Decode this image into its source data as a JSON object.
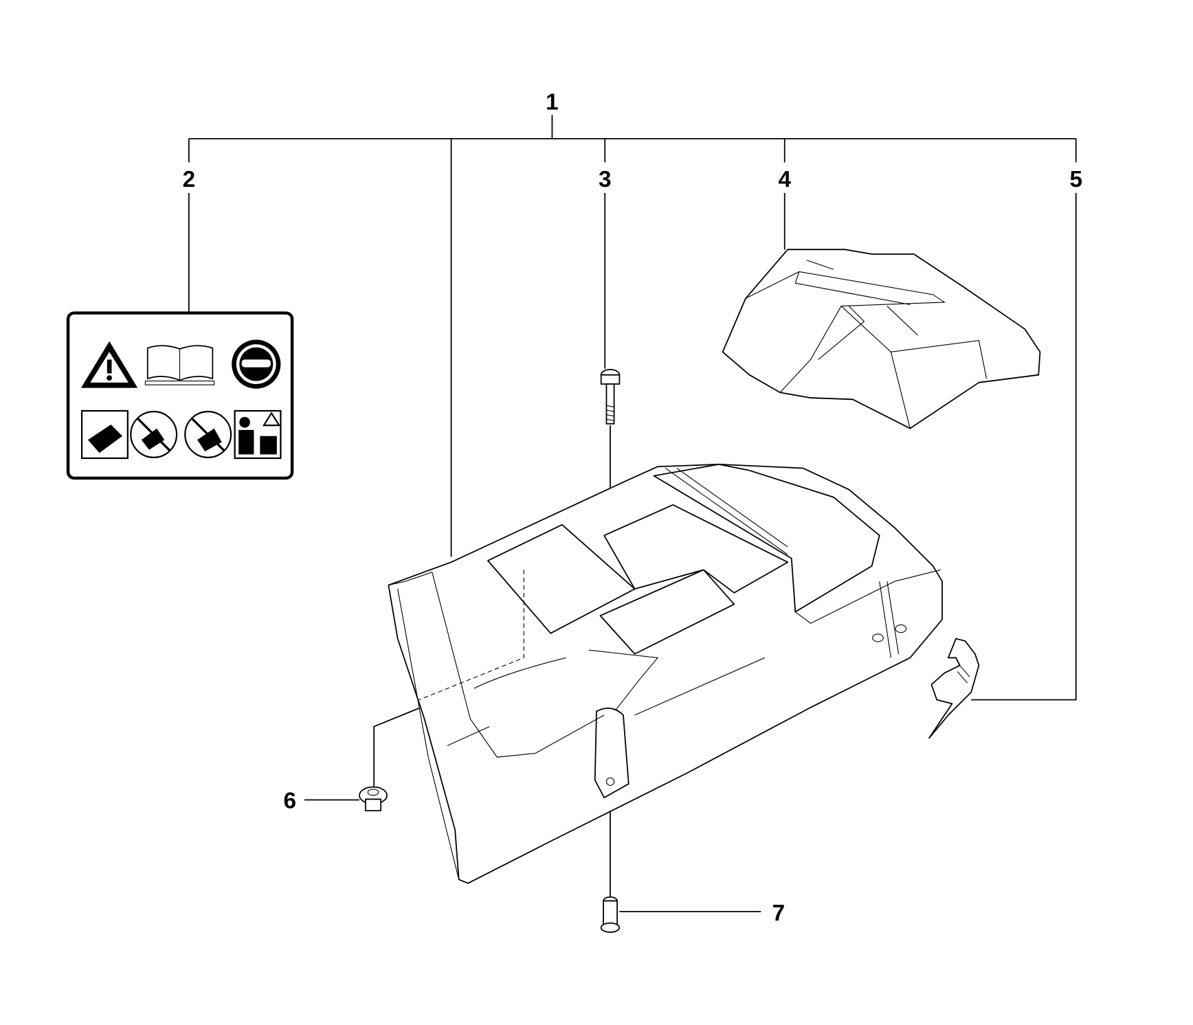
{
  "diagram": {
    "callouts": [
      {
        "id": "1",
        "label": "1"
      },
      {
        "id": "2",
        "label": "2"
      },
      {
        "id": "3",
        "label": "3"
      },
      {
        "id": "4",
        "label": "4"
      },
      {
        "id": "5",
        "label": "5"
      },
      {
        "id": "6",
        "label": "6"
      },
      {
        "id": "7",
        "label": "7"
      }
    ],
    "icons": [
      "warning-icon",
      "manual-book-icon",
      "protective-gear-icon",
      "kickback-icon",
      "no-one-hand-icon",
      "no-kickback-icon",
      "operator-safety-icon"
    ]
  }
}
